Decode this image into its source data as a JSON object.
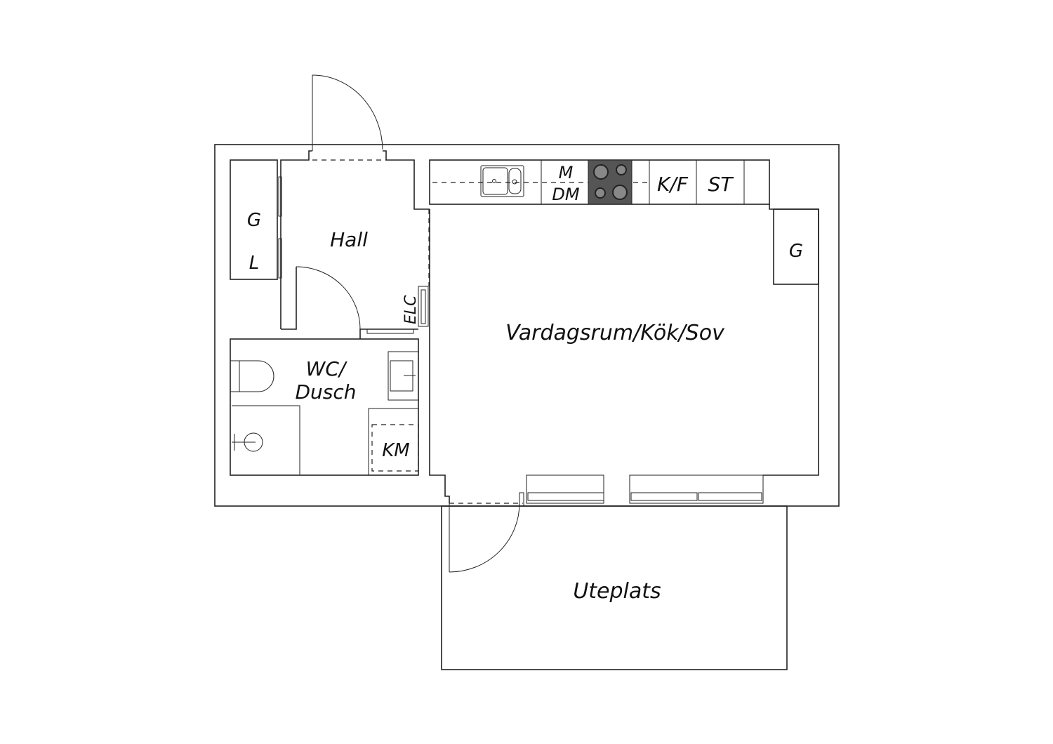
{
  "rooms": {
    "hall": "Hall",
    "living": "Vardagsrum/Kök/Sov",
    "wc_line1": "WC/",
    "wc_line2": "Dusch",
    "patio": "Uteplats"
  },
  "fixtures": {
    "wardrobe_left_g": "G",
    "wardrobe_left_l": "L",
    "wardrobe_right": "G",
    "elc": "ELC",
    "microwave": "M",
    "dishwasher": "DM",
    "fridge_freezer": "K/F",
    "tall_cabinet": "ST",
    "washing_machine": "KM"
  },
  "colors": {
    "line": "#222222",
    "hob": "#555555"
  }
}
